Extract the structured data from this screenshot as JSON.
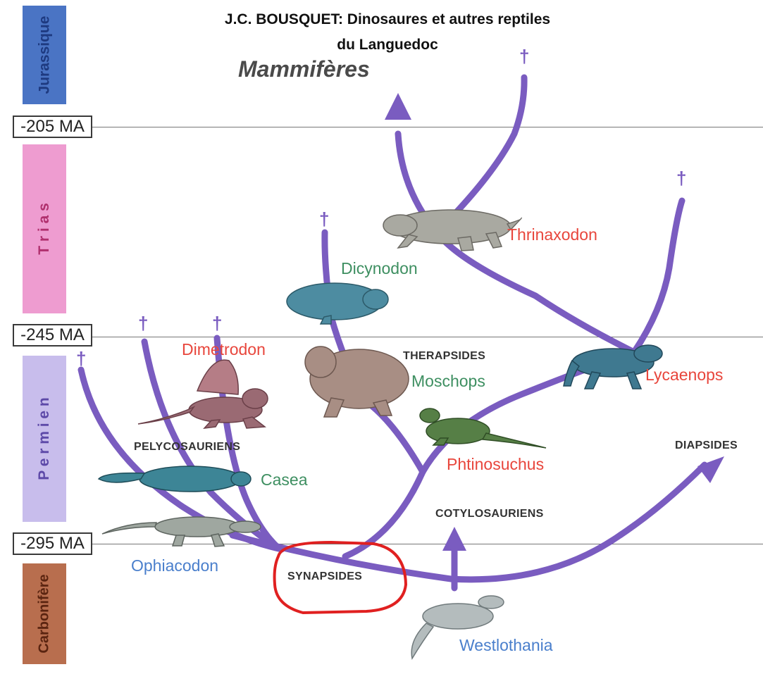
{
  "title": {
    "line1": "J.C. BOUSQUET: Dinosaures et autres reptiles",
    "line2": "du Languedoc"
  },
  "periods": [
    {
      "name": "Jurassique",
      "color": "#4a74c4",
      "text_color": "#1e3a80"
    },
    {
      "name": "T r i a s",
      "color": "#ee9cd0",
      "text_color": "#b0306e"
    },
    {
      "name": "P e r m i e n",
      "color": "#c8bdec",
      "text_color": "#5d49a8"
    },
    {
      "name": "Carbonifère",
      "color": "#b86e4e",
      "text_color": "#5a2410"
    }
  ],
  "time_markers": [
    "-205 MA",
    "-245 MA",
    "-295 MA"
  ],
  "labels": {
    "mammiferes": "Mammifères",
    "thrinaxodon": "Thrinaxodon",
    "dicynodon": "Dicynodon",
    "dimetrodon": "Dimetrodon",
    "therapsides": "THERAPSIDES",
    "moschops": "Moschops",
    "lycaenops": "Lycaenops",
    "pelycosauriens": "PELYCOSAURIENS",
    "casea": "Casea",
    "phtinosuchus": "Phtinosuchus",
    "diapsides": "DIAPSIDES",
    "cotylosauriens": "COTYLOSAURIENS",
    "ophiacodon": "Ophiacodon",
    "synapsides": "SYNAPSIDES",
    "westlothania": "Westlothania"
  },
  "extinction_symbol": "†",
  "colors": {
    "branch": "#7a5cc0",
    "highlight": "#e02020",
    "red_label": "#e8463c",
    "green_label": "#3e8f61",
    "blue_label": "#4a7fcc"
  }
}
